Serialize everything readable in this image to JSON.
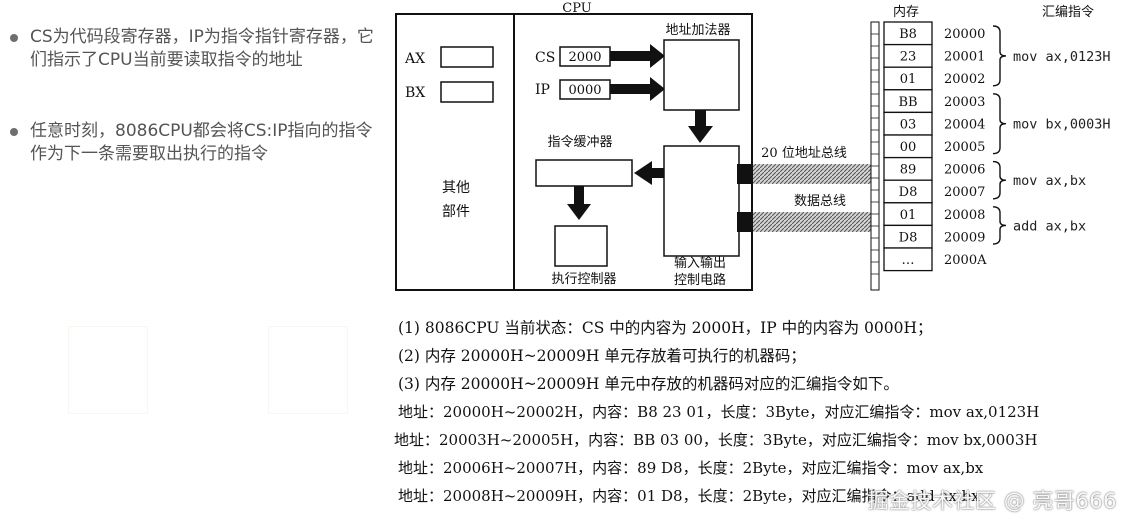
{
  "bullets": [
    {
      "text": "CS为代码段寄存器，IP为指令指针寄存器，它们指示了CPU当前要读取指令的地址"
    },
    {
      "text": "任意时刻，8086CPU都会将CS:IP指向的指令作为下一条需要取出执行的指令"
    }
  ],
  "diagram": {
    "cpu_title": "CPU",
    "memory_title": "内存",
    "asm_title": "汇编指令",
    "reg_ax": "AX",
    "reg_bx": "BX",
    "other_parts_line1": "其他",
    "other_parts_line2": "部件",
    "cs_label": "CS",
    "cs_value": "2000",
    "ip_label": "IP",
    "ip_value": "0000",
    "adder_label": "地址加法器",
    "buffer_label": "指令缓冲器",
    "exec_label": "执行控制器",
    "io_line1": "输入输出",
    "io_line2": "控制电路",
    "addr_bus": "20 位地址总线",
    "data_bus": "数据总线",
    "memory_cells": [
      "B8",
      "23",
      "01",
      "BB",
      "03",
      "00",
      "89",
      "D8",
      "01",
      "D8",
      "…"
    ],
    "addresses": [
      "20000",
      "20001",
      "20002",
      "20003",
      "20004",
      "20005",
      "20006",
      "20007",
      "20008",
      "20009",
      "2000A"
    ],
    "instructions": [
      "mov ax,0123H",
      "mov bx,0003H",
      "mov ax,bx",
      "add ax,bx"
    ]
  },
  "notes": [
    "(1)   8086CPU 当前状态：CS 中的内容为 2000H，IP 中的内容为 0000H；",
    "(2)   内存 20000H~20009H 单元存放着可执行的机器码；",
    "(3)   内存 20000H~20009H 单元中存放的机器码对应的汇编指令如下。",
    "地址：20000H~20002H，内容：B8 23 01，长度：3Byte，对应汇编指令：mov ax,0123H",
    "地址：20003H~20005H，内容：BB 03 00，长度：3Byte，对应汇编指令：mov bx,0003H",
    "地址：20006H~20007H，内容：89 D8，长度：2Byte，对应汇编指令：mov ax,bx",
    "地址：20008H~20009H，内容：01 D8，长度：2Byte，对应汇编指令：add ax,bx"
  ],
  "watermark": "掘金技术社区 @ 亮哥666"
}
